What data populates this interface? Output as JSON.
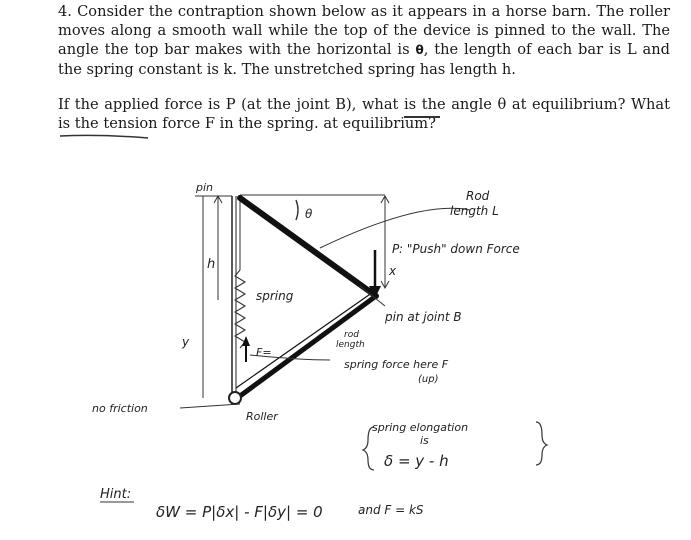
{
  "problem": {
    "statement_part1": "4. Consider the contraption shown below as it appears in a horse barn. The roller moves along a smooth wall while the top of the device is pinned to the wall. The angle the top bar makes with the horizontal is",
    "theta_symbol": "θ",
    "statement_part2": ", the length of each bar is L and the spring constant is k. The unstretched spring has length h.",
    "question": "If the applied force is P (at the joint B), what is the angle θ at equilibrium? What is the tension force F in the spring. at equilibrium?"
  },
  "diagram": {
    "labels": {
      "pin": "pin",
      "theta": "θ",
      "h": "h",
      "spring": "spring",
      "y": "y",
      "F_eq": "F=",
      "no_friction": "no friction",
      "roller": "Roller",
      "rod_length_top": "Rod",
      "rod_length_top2": "length L",
      "P_push": "P: \"Push\" down Force",
      "x": "x",
      "pin_joint_B": "pin at joint B",
      "rod_length_small": "rod",
      "rod_length_small2": "length",
      "spring_force1": "spring force here F",
      "spring_force2": "(up)",
      "elongation1": "spring elongation",
      "elongation2": "is",
      "elongation_eq": "δ = y - h",
      "hint": "Hint:",
      "virtual_work": "δW = P|δx| - F|δy| = 0",
      "and_label": "and F = kS"
    },
    "colors": {
      "ink": "#1a1a1a",
      "bar": "#111111",
      "hand": "#222222"
    }
  }
}
